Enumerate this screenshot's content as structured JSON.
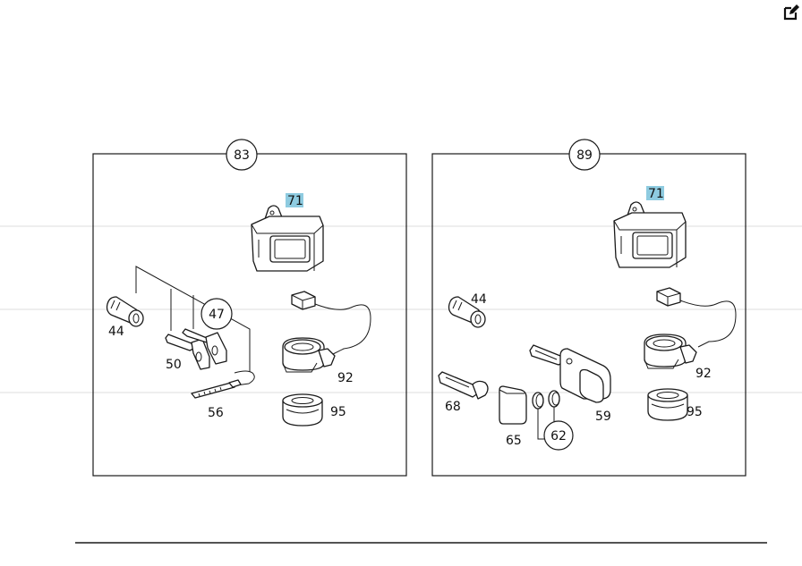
{
  "icons": {
    "edit": "edit-icon"
  },
  "panels": [
    {
      "callout": "83",
      "parts": {
        "lock": "71",
        "cylinder": "44",
        "keys_ref": "47",
        "keys": "50",
        "blade": "56",
        "ignition": "92",
        "ring": "95"
      }
    },
    {
      "callout": "89",
      "parts": {
        "lock": "71",
        "cylinder": "44",
        "blank": "68",
        "fob": "59",
        "cover": "65",
        "battery_ref": "62",
        "ignition": "92",
        "ring": "95"
      }
    }
  ]
}
